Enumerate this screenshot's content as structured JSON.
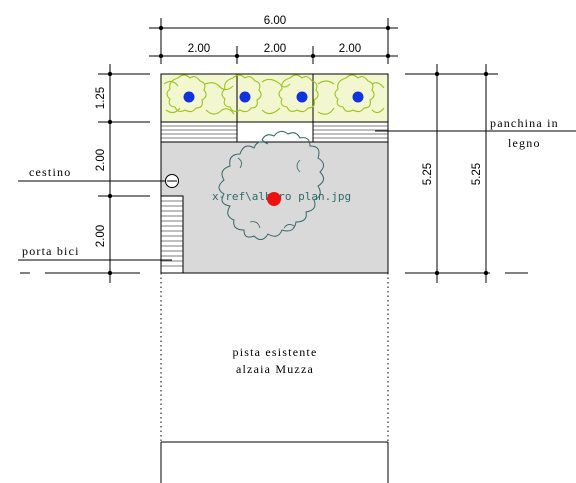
{
  "dimensions": {
    "total_width": "6.00",
    "module_widths": [
      "2.00",
      "2.00",
      "2.00"
    ],
    "left_heights": [
      "1.25",
      "2.00",
      "2.00"
    ],
    "right_heights": [
      "5.25",
      "5.25"
    ]
  },
  "labels": {
    "bench": [
      "panchina in",
      "legno"
    ],
    "bin": "cestino",
    "bike_rack": "porta bici",
    "path": [
      "pista esistente",
      "alzaia Muzza"
    ],
    "xref": "x-ref\\albero plan.jpg"
  },
  "colors": {
    "plaza_fill": "#d9d9d9",
    "hedge_fill": "#f2f7d0",
    "hedge_stroke": "#9cc21e",
    "tree_marker": "#1133dd",
    "tree_outline": "#336666",
    "center_marker": "#ee1111"
  },
  "icons": [
    "tree-marker-icon",
    "bin-icon",
    "center-point-icon"
  ]
}
